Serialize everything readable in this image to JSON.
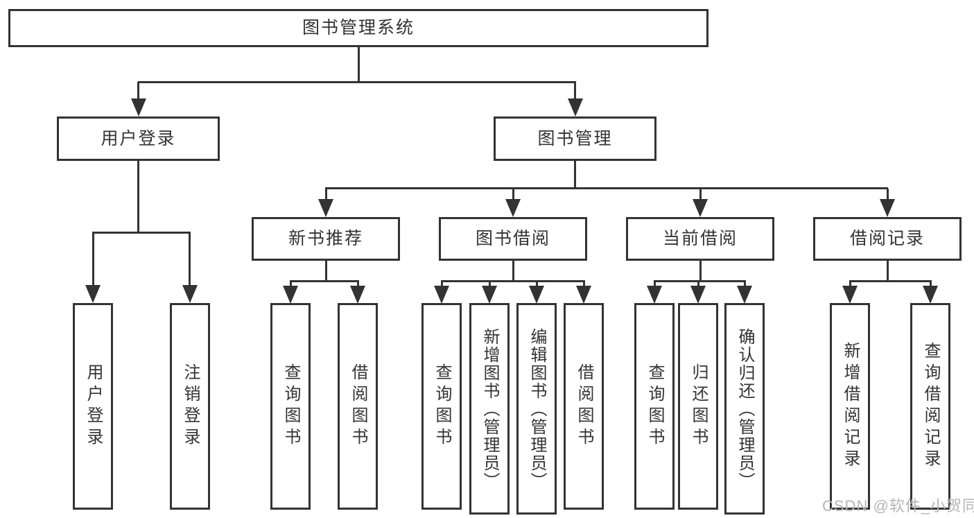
{
  "tree": {
    "root": {
      "label": "图书管理系统"
    },
    "branches": [
      {
        "label": "用户登录",
        "children": [
          {
            "label": "用户登录"
          },
          {
            "label": "注销登录"
          }
        ]
      },
      {
        "label": "图书管理",
        "children": [
          {
            "label": "新书推荐",
            "children": [
              {
                "label": "查询图书"
              },
              {
                "label": "借阅图书"
              }
            ]
          },
          {
            "label": "图书借阅",
            "children": [
              {
                "label": "查询图书"
              },
              {
                "label": "新增图书（管理员）"
              },
              {
                "label": "编辑图书（管理员）"
              },
              {
                "label": "借阅图书"
              }
            ]
          },
          {
            "label": "当前借阅",
            "children": [
              {
                "label": "查询图书"
              },
              {
                "label": "归还图书"
              },
              {
                "label": "确认归还（管理员）"
              }
            ]
          },
          {
            "label": "借阅记录",
            "children": [
              {
                "label": "新增借阅记录"
              },
              {
                "label": "查询借阅记录"
              }
            ]
          }
        ]
      }
    ]
  },
  "watermark": {
    "text": "CSDN @软件_小贺同学",
    "color": "#b5b5b5"
  },
  "colors": {
    "line": "#333333",
    "text": "#333333",
    "background": "#ffffff"
  }
}
